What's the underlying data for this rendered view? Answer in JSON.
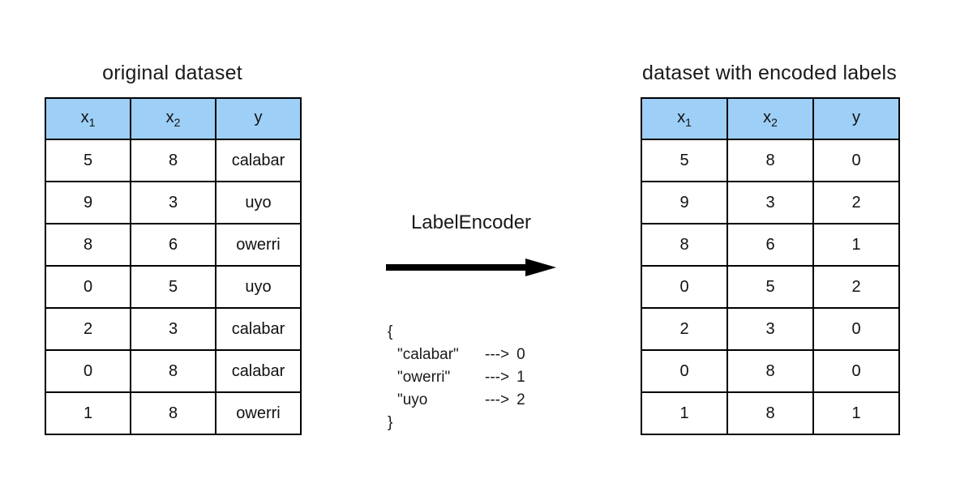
{
  "colors": {
    "header_bg": "#9dcff7",
    "border": "#000000",
    "arrow": "#000000",
    "background": "#ffffff"
  },
  "left": {
    "title": "original dataset",
    "headers": [
      {
        "base": "x",
        "sub": "1"
      },
      {
        "base": "x",
        "sub": "2"
      },
      {
        "base": "y",
        "sub": ""
      }
    ],
    "rows": [
      [
        "5",
        "8",
        "calabar"
      ],
      [
        "9",
        "3",
        "uyo"
      ],
      [
        "8",
        "6",
        "owerri"
      ],
      [
        "0",
        "5",
        "uyo"
      ],
      [
        "2",
        "3",
        "calabar"
      ],
      [
        "0",
        "8",
        "calabar"
      ],
      [
        "1",
        "8",
        "owerri"
      ]
    ]
  },
  "right": {
    "title": "dataset with encoded labels",
    "headers": [
      {
        "base": "x",
        "sub": "1"
      },
      {
        "base": "x",
        "sub": "2"
      },
      {
        "base": "y",
        "sub": ""
      }
    ],
    "rows": [
      [
        "5",
        "8",
        "0"
      ],
      [
        "9",
        "3",
        "2"
      ],
      [
        "8",
        "6",
        "1"
      ],
      [
        "0",
        "5",
        "2"
      ],
      [
        "2",
        "3",
        "0"
      ],
      [
        "0",
        "8",
        "0"
      ],
      [
        "1",
        "8",
        "1"
      ]
    ]
  },
  "encoder": {
    "label": "LabelEncoder",
    "mapping": {
      "open": "{",
      "entries": [
        {
          "key": "\"calabar\"",
          "arrow": "--->",
          "value": "0"
        },
        {
          "key": "\"owerri\"",
          "arrow": "--->",
          "value": "1"
        },
        {
          "key": "\"uyo",
          "arrow": "--->",
          "value": "2"
        }
      ],
      "close": "}"
    }
  }
}
